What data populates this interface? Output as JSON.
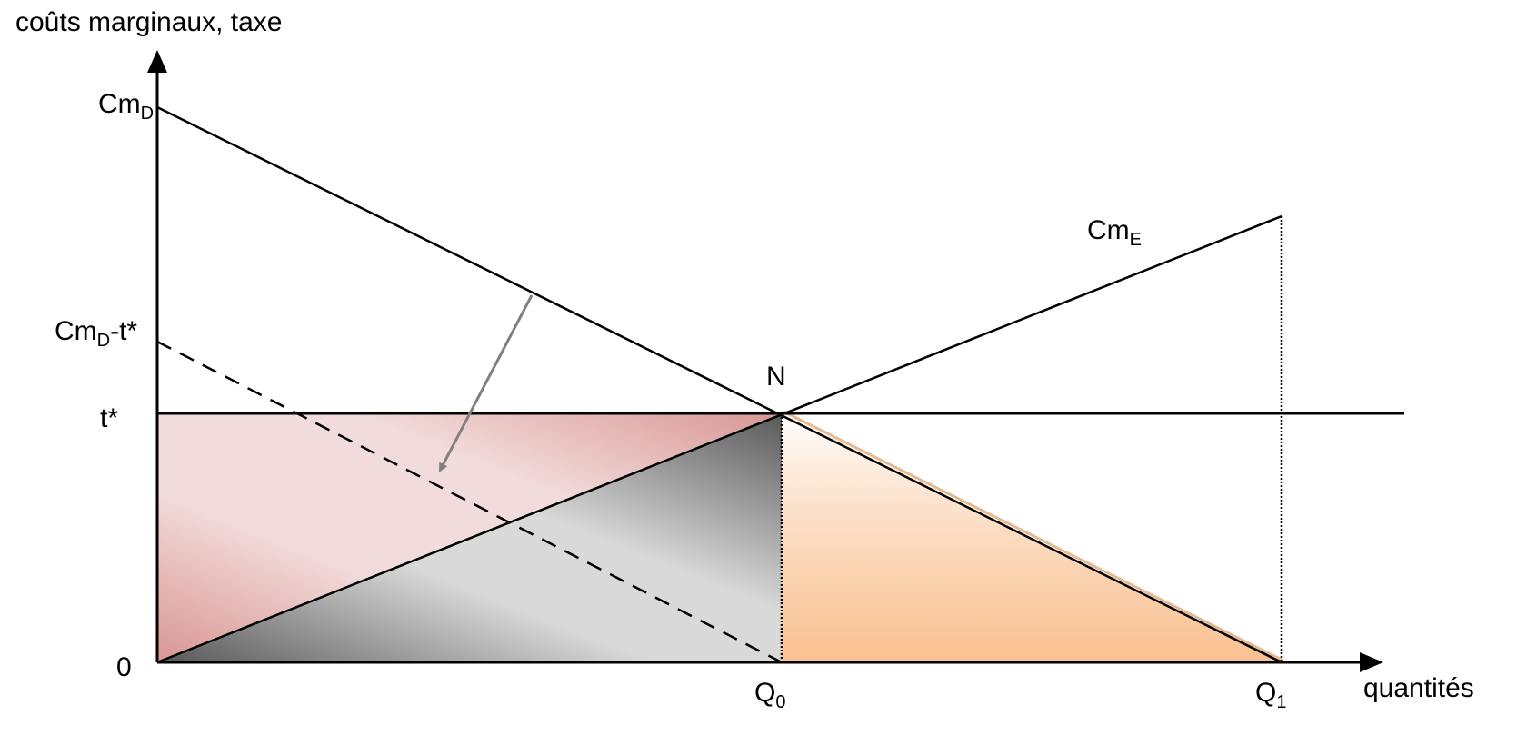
{
  "diagram": {
    "y_axis_title": "coûts marginaux, taxe",
    "x_axis_title": "quantités",
    "labels": {
      "cmd": {
        "main": "Cm",
        "sub": "D"
      },
      "cmd_minus_t": {
        "main": "Cm",
        "sub": "D",
        "suffix": "-t*"
      },
      "tstar": "t*",
      "origin": "0",
      "cme": {
        "main": "Cm",
        "sub": "E"
      },
      "n_point": "N",
      "q0": {
        "main": "Q",
        "sub": "0"
      },
      "q1": {
        "main": "Q",
        "sub": "1"
      }
    },
    "colors": {
      "line": "#000000",
      "arrow": "#808080",
      "region_pink": "#d99694",
      "region_pink_light": "#f2dcdb",
      "region_gray_dark": "#595959",
      "region_gray_light": "#d9d9d9",
      "region_peach": "#fac090",
      "region_peach_light": "#fde9d9"
    }
  }
}
